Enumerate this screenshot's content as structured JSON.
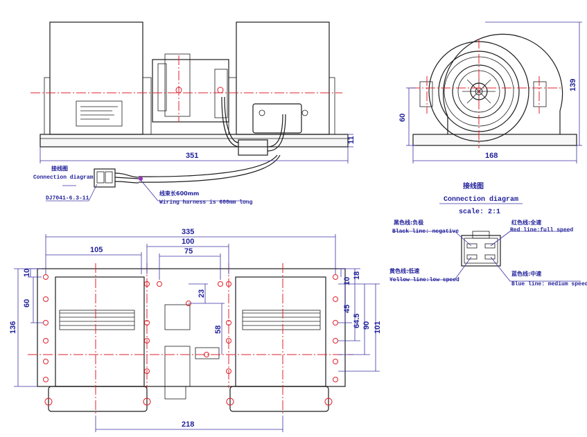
{
  "front_view": {
    "dim_width": "351",
    "dim_base_height": "11",
    "label_cn": "DJ7041-6.3-11 接线图",
    "connection_title_cn": "接线图",
    "connection_title_en": "Connection diagram",
    "connector_part": "DJ7041-6.3-11",
    "harness_cn": "线束长600mm",
    "harness_en": "Wiring harness is 600mm long"
  },
  "side_view": {
    "dim_height": "139",
    "dim_axis": "60",
    "dim_width": "168"
  },
  "connection_diagram": {
    "title_cn": "接线图",
    "title_en": "Connection diagram",
    "scale": "scale: 2:1",
    "black_cn": "黑色线:负极",
    "black_en": "Black line: negative",
    "red_cn": "红色线:全速",
    "red_en": "Red line:full speed",
    "yellow_cn": "黄色线:低速",
    "yellow_en": "Yellow line:low speed",
    "blue_cn": "蓝色线:中速",
    "blue_en": "Blue line: medium speed"
  },
  "top_view": {
    "dim_335": "335",
    "dim_105": "105",
    "dim_100": "100",
    "dim_75": "75",
    "dim_10_left": "10",
    "dim_60": "60",
    "dim_136": "136",
    "dim_23": "23",
    "dim_58": "58",
    "dim_10_right": "10",
    "dim_18": "18",
    "dim_45": "45",
    "dim_64_5": "64.5",
    "dim_90": "90",
    "dim_101": "101",
    "dim_218": "218"
  },
  "colors": {
    "outline": "#1a1a1a",
    "dimension": "#1f1f9a",
    "center_line": "#e0202a"
  }
}
